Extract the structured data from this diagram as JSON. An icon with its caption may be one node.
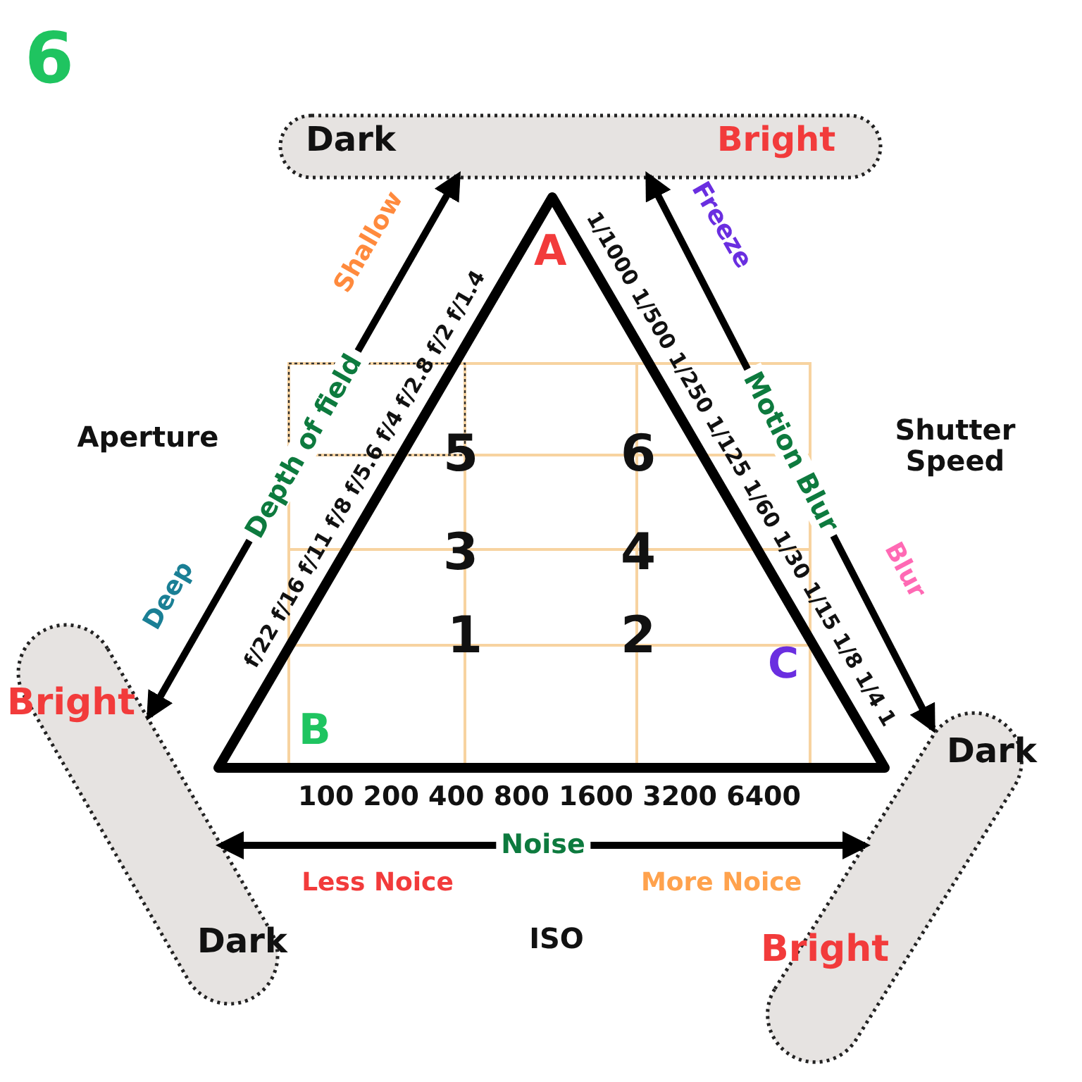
{
  "diagram": {
    "nodes": [
      {
        "text": [
          "Dark",
          "Bright"
        ]
      },
      {
        "text": [
          "Bright",
          "Dark"
        ]
      },
      {
        "text": [
          "Dark",
          "Bright"
        ]
      },
      {
        "text": [
          "A",
          "B",
          "C"
        ]
      }
    ],
    "edges": [
      {
        "from": 0,
        "to": 1,
        "arrow": "both",
        "label": "Depth of field"
      },
      {
        "from": 0,
        "to": 2,
        "arrow": "both",
        "label": "Motion Blur"
      },
      {
        "from": 1,
        "to": 2,
        "arrow": "both",
        "label": "Noise"
      }
    ],
    "labels": [
      "6",
      "Shallow",
      "Freeze",
      "Aperture",
      "Shutter Speed",
      "5",
      "6",
      "3",
      "4",
      "1",
      "2",
      "f/22 f/16 f/11 f/8 f/5.6 f/4 f/2.8 f/2 f/1.4",
      "1/1000 1/500 1/250 1/125 1/60 1/30 1/15 1/8 1/4 1",
      "Deep",
      "Blur",
      "100 200 400 800 1600 3200 6400",
      "Less Noice",
      "More Noice",
      "ISO"
    ]
  }
}
